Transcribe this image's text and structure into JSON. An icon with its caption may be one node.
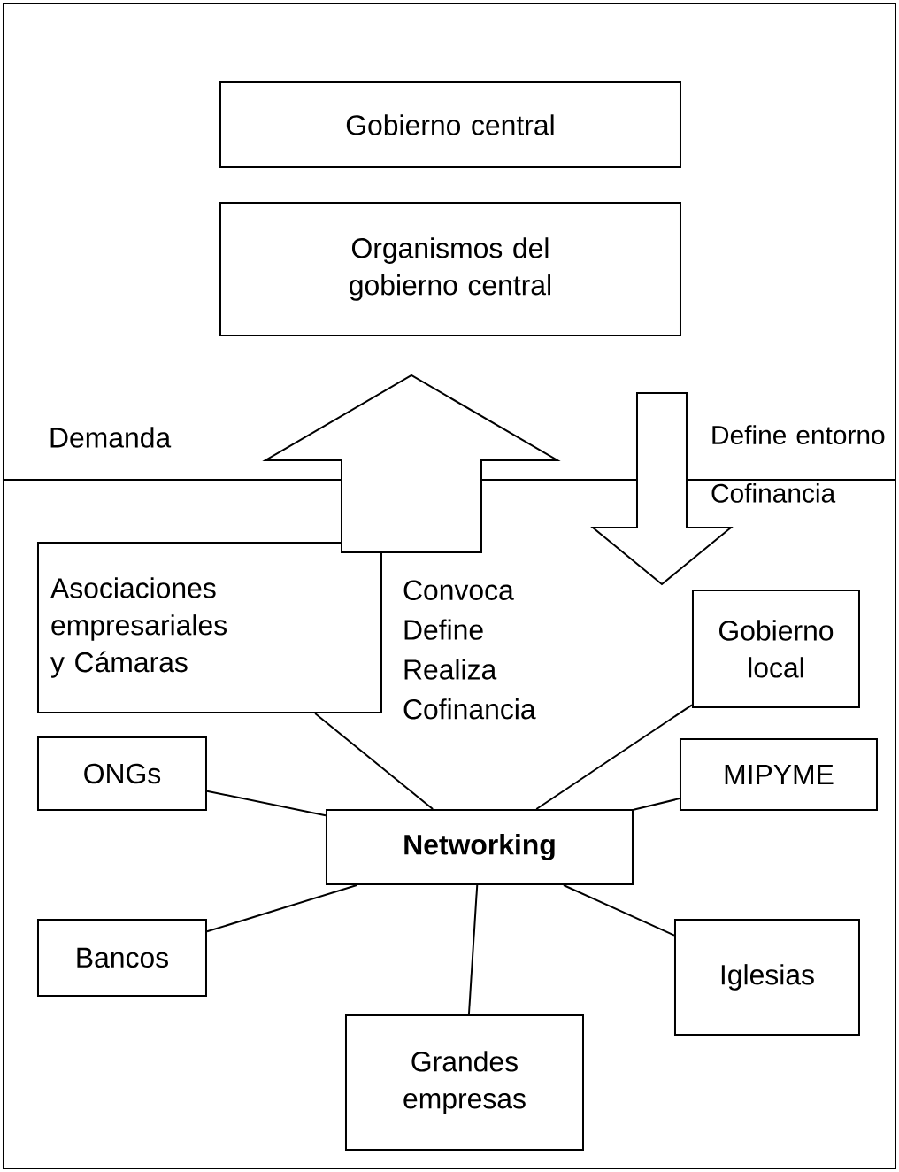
{
  "diagram": {
    "nodes": [
      {
        "text": [],
        "shape": "box"
      },
      {
        "text": [
          "Gobierno central"
        ],
        "in": 0
      },
      {
        "text": [
          "Organismos del gobierno central"
        ],
        "in": 0
      },
      {
        "text": [],
        "shape": "box"
      },
      {
        "text": [
          "Asociaciones empresariales y Cámaras"
        ],
        "in": 3
      },
      {
        "text": [
          "Gobierno local"
        ],
        "in": 3
      },
      {
        "text": [
          "ONGs"
        ],
        "in": 3
      },
      {
        "text": [
          "Networking"
        ],
        "in": 3
      },
      {
        "text": [
          "MIPYME"
        ],
        "in": 3
      },
      {
        "text": [
          "Bancos"
        ],
        "in": 3
      },
      {
        "text": [
          "Iglesias"
        ],
        "in": 3
      },
      {
        "text": [
          "Grandes empresas"
        ],
        "in": 3
      }
    ],
    "edges": [
      {
        "from": 3,
        "to": 0,
        "arrow": "to"
      },
      {
        "from": 0,
        "to": 3,
        "arrow": "to",
        "label": "Define entorno Cofinancia"
      },
      {
        "from": 7,
        "to": 4,
        "arrow": "none"
      },
      {
        "from": 7,
        "to": 5,
        "arrow": "none"
      },
      {
        "from": 7,
        "to": 6,
        "arrow": "none"
      },
      {
        "from": 7,
        "to": 8,
        "arrow": "none"
      },
      {
        "from": 7,
        "to": 9,
        "arrow": "none"
      },
      {
        "from": 7,
        "to": 10,
        "arrow": "none"
      },
      {
        "from": 7,
        "to": 11,
        "arrow": "none"
      }
    ],
    "labels": [
      "Demanda",
      "Convoca Define Realiza Cofinancia"
    ]
  }
}
